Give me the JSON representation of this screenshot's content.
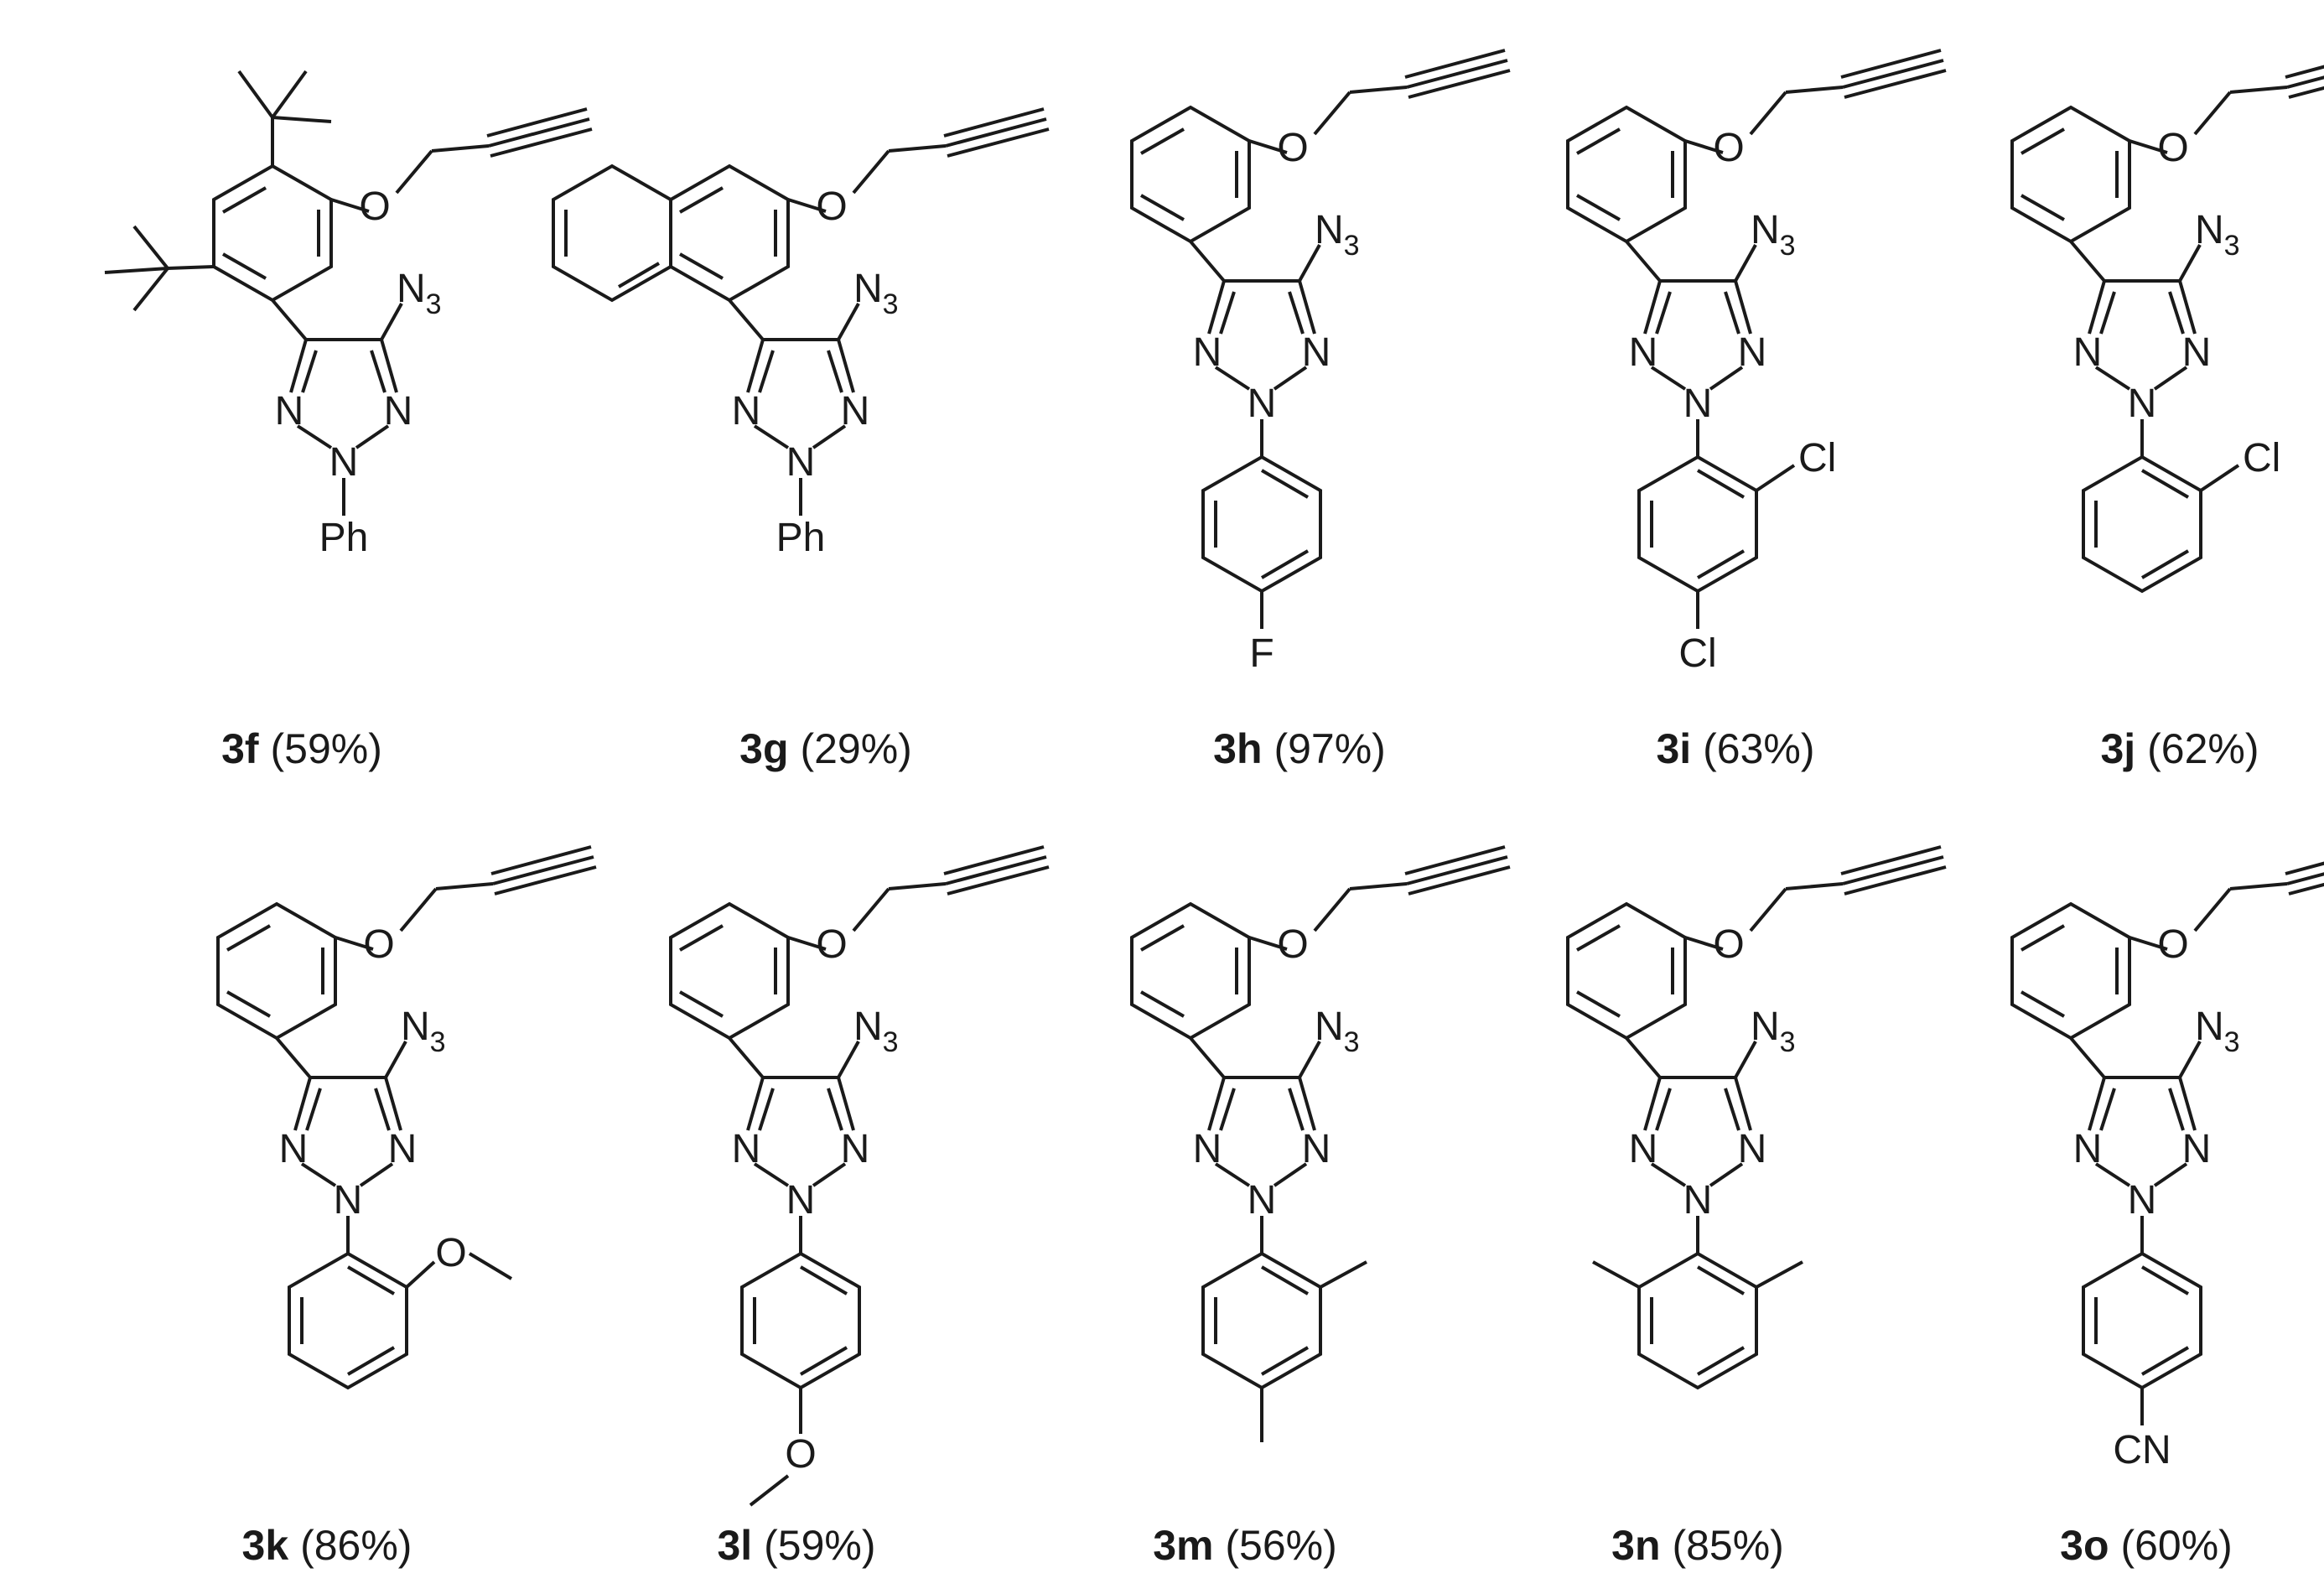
{
  "compounds": [
    {
      "id": "3f",
      "label": "3f",
      "yield": "(59%)"
    },
    {
      "id": "3g",
      "label": "3g",
      "yield": "(29%)"
    },
    {
      "id": "3h",
      "label": "3h",
      "yield": "(97%)"
    },
    {
      "id": "3i",
      "label": "3i",
      "yield": "(63%)"
    },
    {
      "id": "3j",
      "label": "3j",
      "yield": "(62%)"
    },
    {
      "id": "3k",
      "label": "3k",
      "yield": "(86%)"
    },
    {
      "id": "3l",
      "label": "3l",
      "yield": "(59%)"
    },
    {
      "id": "3m",
      "label": "3m",
      "yield": "(56%)"
    },
    {
      "id": "3n",
      "label": "3n",
      "yield": "(85%)"
    },
    {
      "id": "3o",
      "label": "3o",
      "yield": "(60%)"
    }
  ],
  "atoms": {
    "oxygen": "O",
    "nitrogen": "N",
    "azide_main": "N",
    "azide_sub": "3",
    "phenyl": "Ph",
    "fluoro": "F",
    "chloro": "Cl",
    "cyano": "CN"
  }
}
